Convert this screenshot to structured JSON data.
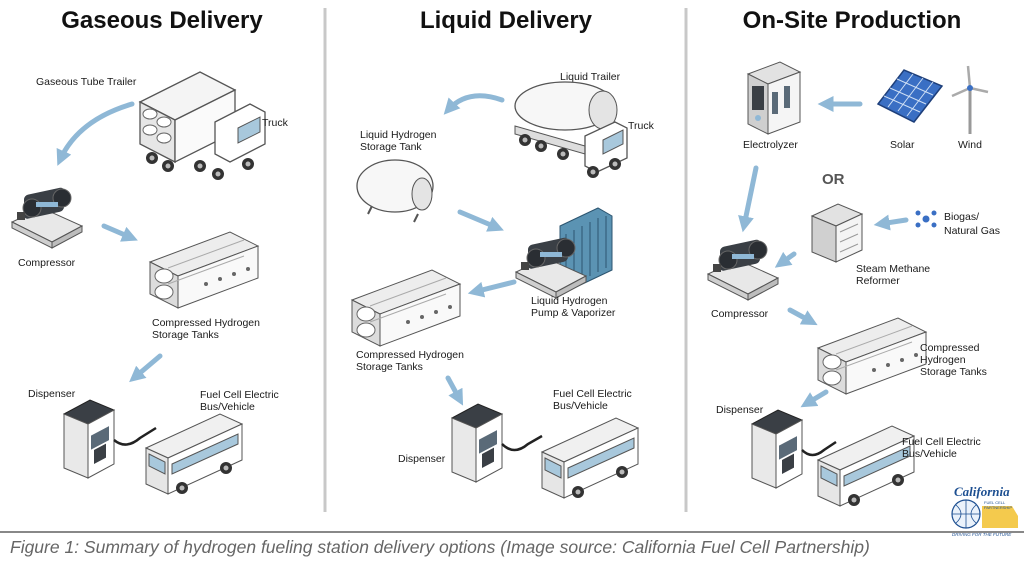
{
  "columns": [
    {
      "heading": "Gaseous Delivery",
      "labels": {
        "trailer": "Gaseous Tube Trailer",
        "truck": "Truck",
        "compressor": "Compressor",
        "tanks_1": "Compressed Hydrogen",
        "tanks_2": "Storage Tanks",
        "dispenser": "Dispenser",
        "vehicle_1": "Fuel Cell Electric",
        "vehicle_2": "Bus/Vehicle"
      }
    },
    {
      "heading": "Liquid Delivery",
      "labels": {
        "trailer": "Liquid Trailer",
        "truck": "Truck",
        "lh_tank_1": "Liquid Hydrogen",
        "lh_tank_2": "Storage Tank",
        "pump_1": "Liquid Hydrogen",
        "pump_2": "Pump & Vaporizer",
        "tanks_1": "Compressed Hydrogen",
        "tanks_2": "Storage Tanks",
        "dispenser": "Dispenser",
        "vehicle_1": "Fuel Cell Electric",
        "vehicle_2": "Bus/Vehicle"
      }
    },
    {
      "heading": "On-Site Production",
      "labels": {
        "electrolyzer": "Electrolyzer",
        "solar": "Solar",
        "wind": "Wind",
        "or": "OR",
        "biogas_1": "Biogas/",
        "biogas_2": "Natural Gas",
        "smr_1": "Steam Methane",
        "smr_2": "Reformer",
        "compressor": "Compressor",
        "tanks_1": "Compressed",
        "tanks_2": "Hydrogen",
        "tanks_3": "Storage Tanks",
        "dispenser": "Dispenser",
        "vehicle_1": "Fuel Cell Electric",
        "vehicle_2": "Bus/Vehicle"
      }
    }
  ],
  "caption": "Figure 1: Summary of hydrogen fueling station delivery options (Image source: California Fuel Cell Partnership)",
  "logo": {
    "word": "California",
    "small_1": "FUEL CELL",
    "small_2": "PARTNERSHIP",
    "tagline": "DRIVING FOR THE FUTURE"
  },
  "colors": {
    "arrow": "#8fb8d6",
    "divider": "#c8c8c8",
    "logo_blue": "#1d4f91",
    "logo_yellow": "#f2c12e",
    "dark_equipment": "#3a3f45",
    "pump_teal": "#5b93b3",
    "solar_blue": "#3a6fc4"
  }
}
